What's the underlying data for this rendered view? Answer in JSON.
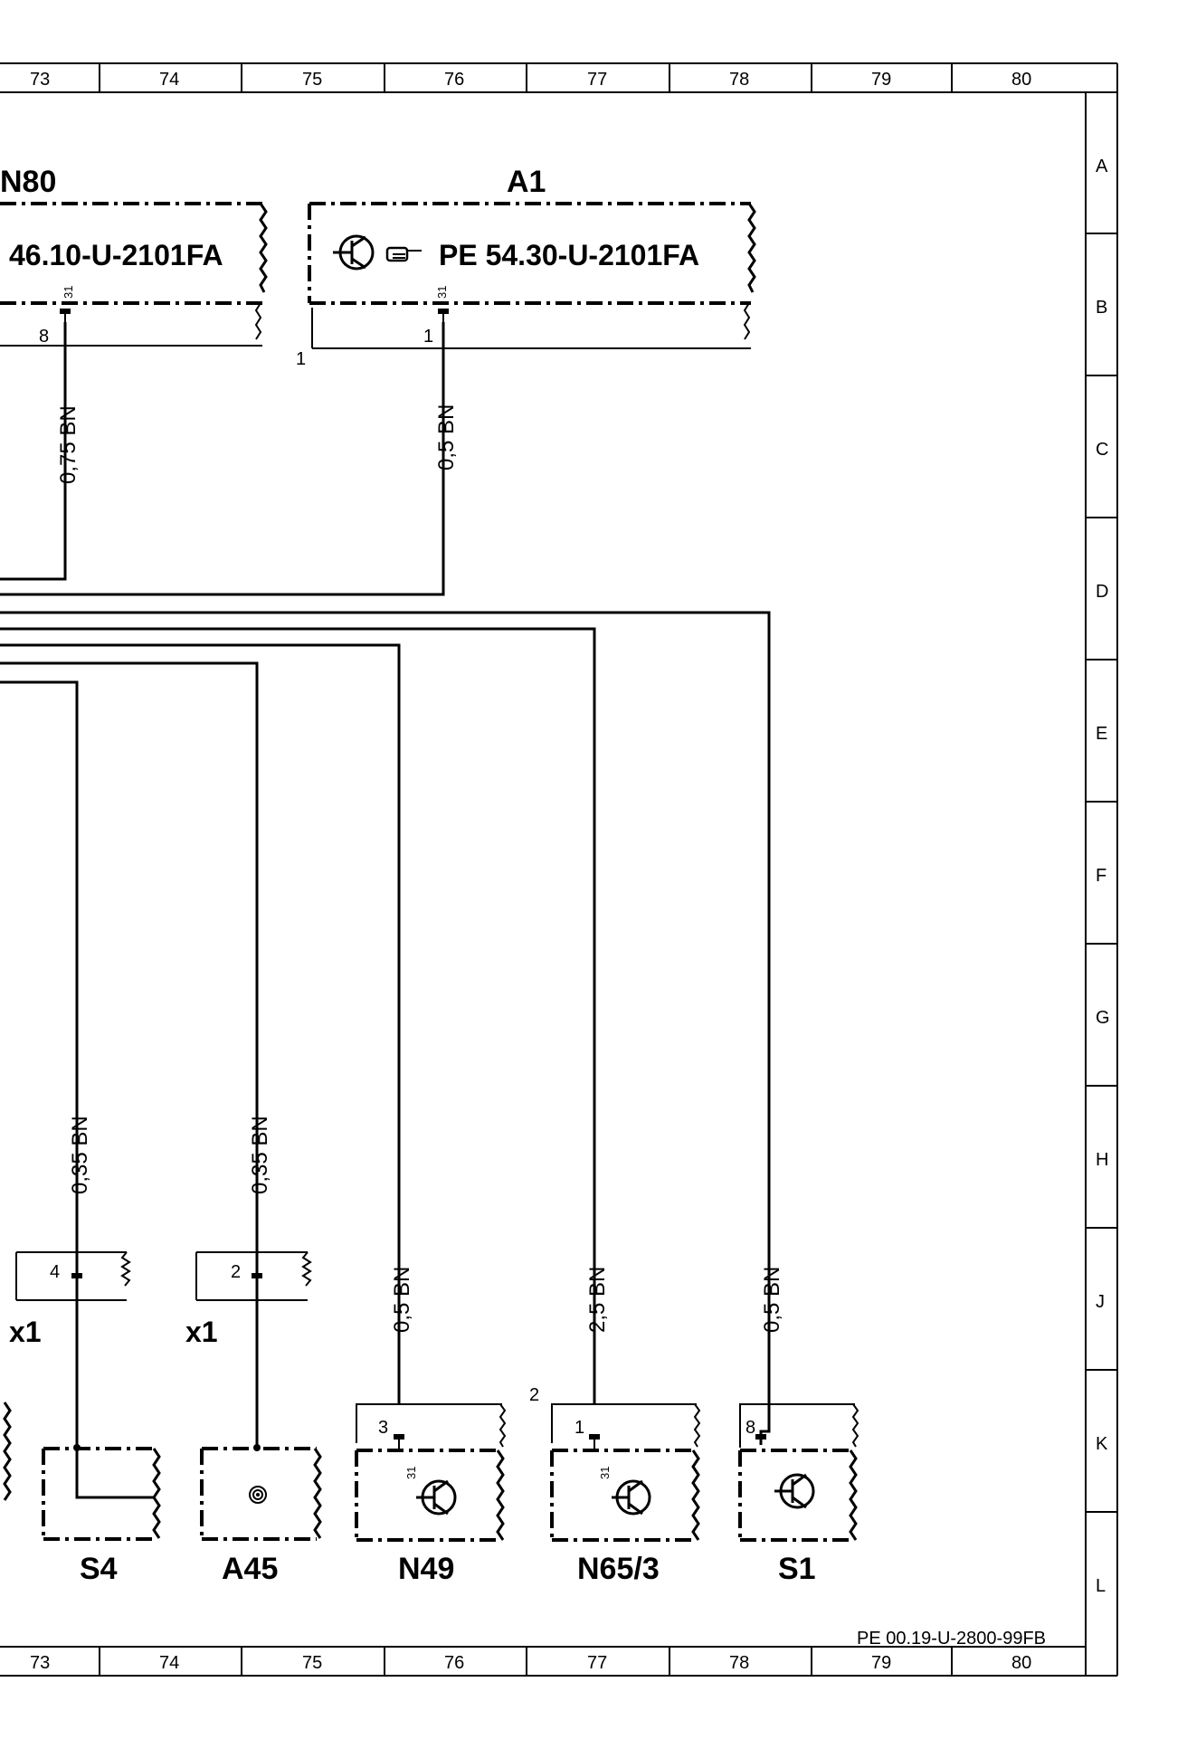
{
  "grid": {
    "columns": [
      "73",
      "74",
      "75",
      "76",
      "77",
      "78",
      "79",
      "80"
    ],
    "rows": [
      "A",
      "B",
      "C",
      "D",
      "E",
      "F",
      "G",
      "H",
      "J",
      "K",
      "L"
    ]
  },
  "components": {
    "n80": {
      "label": "N80",
      "ref": "46.10-U-2101FA",
      "ground_pin": "31",
      "pin": "8",
      "wire": "0,75 BN"
    },
    "a1": {
      "label": "A1",
      "ref": "PE  54.30-U-2101FA",
      "ground_pin": "31",
      "pin": "1",
      "wire": "0,5 BN",
      "note": "1"
    },
    "s4": {
      "label": "S4",
      "connector": "x1",
      "pin": "4",
      "wire": "0,35 BN"
    },
    "a45": {
      "label": "A45",
      "connector": "x1",
      "pin": "2",
      "wire": "0,35 BN"
    },
    "n49": {
      "label": "N49",
      "ground_pin": "31",
      "pin": "3",
      "wire": "0,5 BN"
    },
    "n65_3": {
      "label": "N65/3",
      "ground_pin": "31",
      "pin": "1",
      "wire": "2,5 BN",
      "note": "2"
    },
    "s1": {
      "label": "S1",
      "pin": "8",
      "wire": "0,5 BN"
    }
  },
  "footer": {
    "doc_id": "PE 00.19-U-2800-99FB"
  },
  "icons": [
    "transistor-icon",
    "pointing-hand-icon",
    "speaker-icon"
  ]
}
